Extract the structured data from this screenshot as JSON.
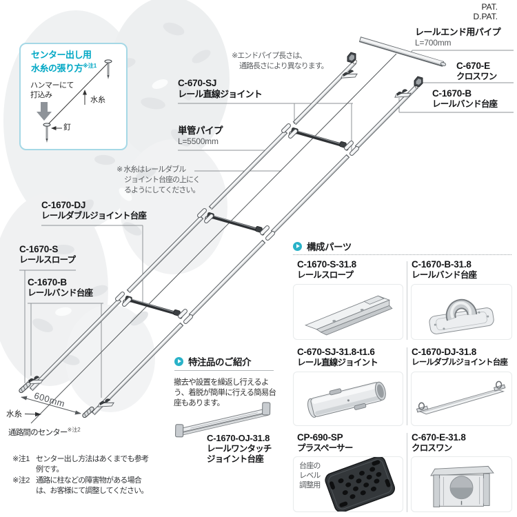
{
  "pat": {
    "l1": "PAT.",
    "l2": "D.PAT."
  },
  "howto": {
    "title_l1": "センター出し用",
    "title_l2": "水糸の張り方",
    "title_sup": "※注1",
    "hammer_l1": "ハンマーにて",
    "hammer_l2": "打込み",
    "string_label": "水糸",
    "nail_label": "釘"
  },
  "labels": {
    "endpipe_code": "レールエンド用パイプ",
    "endpipe_size": "L=700mm",
    "crossone_code": "C-670-E",
    "crossone_name": "クロスワン",
    "band_right_code": "C-1670-B",
    "band_right_name": "レールバンド台座",
    "sj_code": "C-670-SJ",
    "sj_name": "レール直線ジョイント",
    "pipe_code": "単管パイプ",
    "pipe_size": "L=5500mm",
    "dj_code": "C-1670-DJ",
    "dj_name": "レールダブルジョイント台座",
    "slope_code": "C-1670-S",
    "slope_name": "レールスロープ",
    "band_left_code": "C-1670-B",
    "band_left_name": "レールバンド台座",
    "note_endpipe_l1": "※エンドパイプ長さは、",
    "note_endpipe_l2": "通路長さにより異なります。",
    "note_ito_l1": "※ 水糸はレールダブル",
    "note_ito_l2": "ジョイント台座の上にく",
    "note_ito_l3": "るようにしてください。",
    "dim600": "600mm",
    "string_label": "水糸",
    "center_label": "通路間のセンター",
    "center_sup": "※注2"
  },
  "footnotes": {
    "n1_label": "※注1",
    "n1_l1": "センター出し方法はあくまでも参考",
    "n1_l2": "例です。",
    "n2_label": "※注2",
    "n2_l1": "通路に柱などの障害物がある場合",
    "n2_l2": "は、お客様にて調整してください。"
  },
  "special": {
    "title": "特注品のご紹介",
    "body_l1": "撤去や設置を繰返し行えるよ",
    "body_l2": "う、着脱が簡単に行える簡易台",
    "body_l3": "座もあります。",
    "part_code": "C-1670-OJ-31.8",
    "part_name_l1": "レールワンタッチ",
    "part_name_l2": "ジョイント台座"
  },
  "parts": {
    "title": "構成パーツ",
    "items": [
      {
        "code": "C-1670-S-31.8",
        "name": "レールスロープ"
      },
      {
        "code": "C-1670-B-31.8",
        "name": "レールバンド台座"
      },
      {
        "code": "C-670-SJ-31.8-t1.6",
        "name": "レール直線ジョイント"
      },
      {
        "code": "C-1670-DJ-31.8",
        "name": "レールダブルジョイント台座"
      },
      {
        "code": "CP-690-SP",
        "name": "プラスペーサー",
        "note_l1": "台座の",
        "note_l2": "レベル",
        "note_l3": "調整用"
      },
      {
        "code": "C-670-E-31.8",
        "name": "クロスワン"
      }
    ]
  },
  "colors": {
    "accent": "#29b2c8",
    "accent_text": "#00a7c4",
    "box_border": "#a5d8e6",
    "leader": "#8d9195"
  }
}
